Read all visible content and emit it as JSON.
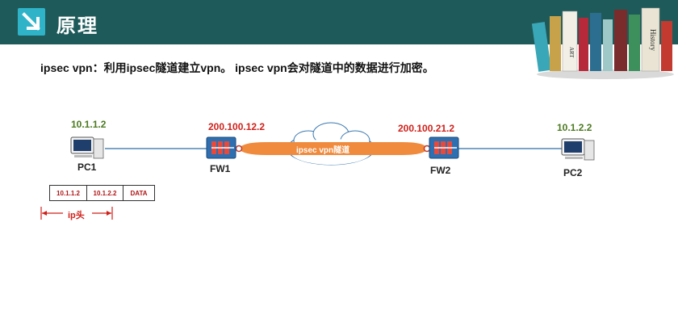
{
  "header": {
    "title": "原理",
    "accent": "#2fb3c9",
    "background": "#1f5a5a"
  },
  "books": {
    "spine1": "ART",
    "spine2": "History"
  },
  "subtitle": "ipsec vpn：利用ipsec隧道建立vpn。 ipsec vpn会对隧道中的数据进行加密。",
  "diagram": {
    "pc1": {
      "name": "PC1",
      "ip": "10.1.1.2"
    },
    "fw1": {
      "name": "FW1",
      "ip": "200.100.12.2"
    },
    "fw2": {
      "name": "FW2",
      "ip": "200.100.21.2"
    },
    "pc2": {
      "name": "PC2",
      "ip": "10.1.2.2"
    },
    "tunnel_label": "ipsec vpn隧道",
    "packet": {
      "src": "10.1.1.2",
      "dst": "10.1.2.2",
      "payload": "DATA"
    },
    "ip_header_label": "ip头",
    "colors": {
      "link": "#2a6fa8",
      "tunnel": "#f08a3c",
      "ip_local": "#4a7a1e",
      "ip_public": "#d0201a"
    }
  }
}
